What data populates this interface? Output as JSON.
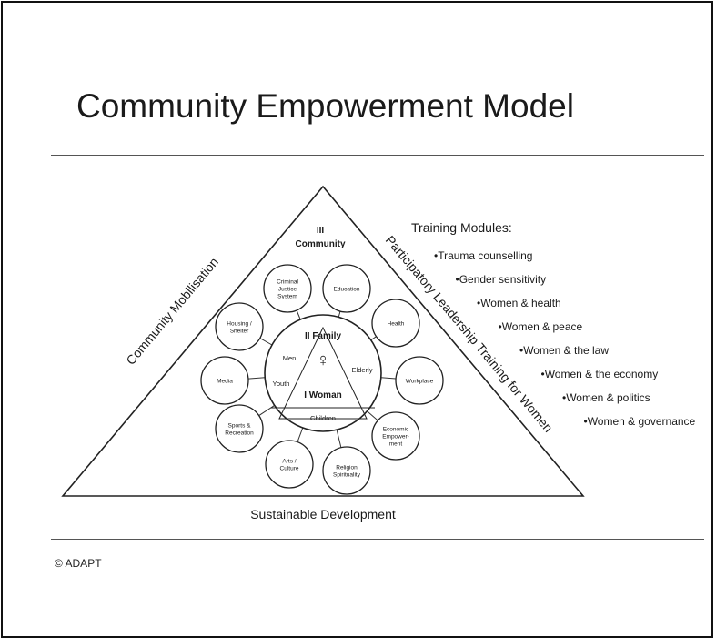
{
  "title": "Community Empowerment Model",
  "copyright": "© ADAPT",
  "diagram": {
    "level3": {
      "roman": "III",
      "label": "Community"
    },
    "level2": {
      "label": "II Family"
    },
    "level1": {
      "label": "I Woman"
    },
    "family_members": {
      "men": "Men",
      "youth": "Youth",
      "elderly": "Elderly",
      "children": "Children"
    },
    "woman_symbol": "♀",
    "left_side": "Community Mobilisation",
    "right_side": "Participatory Leadership Training for Women",
    "bottom": "Sustainable Development",
    "community_circles": [
      {
        "lines": [
          "Criminal",
          "Justice",
          "System"
        ]
      },
      {
        "lines": [
          "Education"
        ]
      },
      {
        "lines": [
          "Health"
        ]
      },
      {
        "lines": [
          "Workplace"
        ]
      },
      {
        "lines": [
          "Economic",
          "Empower-",
          "ment"
        ]
      },
      {
        "lines": [
          "Religion",
          "Spirituality"
        ]
      },
      {
        "lines": [
          "Arts /",
          "Culture"
        ]
      },
      {
        "lines": [
          "Sports &",
          "Recreation"
        ]
      },
      {
        "lines": [
          "Media"
        ]
      },
      {
        "lines": [
          "Housing /",
          "Shelter"
        ]
      }
    ]
  },
  "training": {
    "heading": "Training Modules:",
    "modules": [
      "•Trauma counselling",
      "•Gender sensitivity",
      "•Women & health",
      "•Women & peace",
      "•Women & the law",
      "•Women & the economy",
      "•Women & politics",
      "•Women & governance"
    ]
  }
}
